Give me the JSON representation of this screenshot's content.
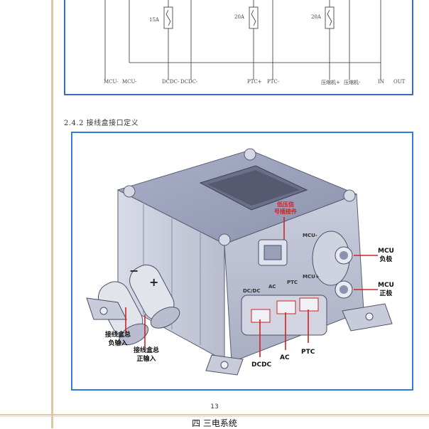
{
  "schematic": {
    "fuses": [
      "15A",
      "20A",
      "20A"
    ],
    "terminals": [
      "MCU-",
      "MCU-",
      "DCDC-",
      "DCDC-",
      "PTC+",
      "PTC-",
      "压缩机+",
      "压缩机-",
      "IN",
      "OUT"
    ]
  },
  "section_heading": "2.4.2 接线盒接口定义",
  "photo": {
    "callouts": {
      "plug_label": [
        "低压信",
        "号插接件"
      ],
      "mcu_neg": [
        "MCU",
        "负极"
      ],
      "mcu_pos": [
        "MCU",
        "正极"
      ],
      "neg_input": [
        "接线盒总",
        "负输入"
      ],
      "pos_input": [
        "接线盒总",
        "正输入"
      ],
      "dcdc": "DCDC",
      "ac": "AC",
      "ptc": "PTC"
    },
    "embossed": [
      "MCU-",
      "MCU+",
      "DC/DC",
      "AC",
      "PTC"
    ],
    "symbols": {
      "minus": "−",
      "plus": "+"
    }
  },
  "footer": {
    "page_number": "13",
    "chapter": "四    三电系统"
  },
  "colors": {
    "frame_blue": "#2e7fd6",
    "margin_rule": "#d9c9a3",
    "callout_red": "#d32222"
  }
}
